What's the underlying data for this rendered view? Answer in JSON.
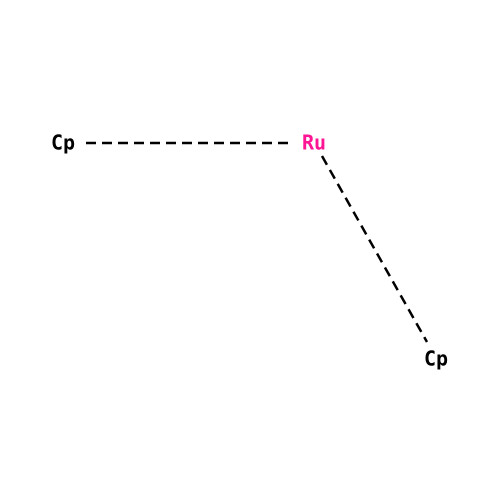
{
  "molecule": {
    "atoms": [
      {
        "id": "cp1",
        "label": "Cp",
        "color": "#000000"
      },
      {
        "id": "ru",
        "label": "Ru",
        "color": "#ff1493"
      },
      {
        "id": "cp2",
        "label": "Cp",
        "color": "#000000"
      }
    ],
    "bonds": [
      {
        "from": "cp1",
        "to": "ru",
        "style": "dashed",
        "color": "#000000"
      },
      {
        "from": "ru",
        "to": "cp2",
        "style": "dashed",
        "color": "#000000"
      }
    ]
  }
}
